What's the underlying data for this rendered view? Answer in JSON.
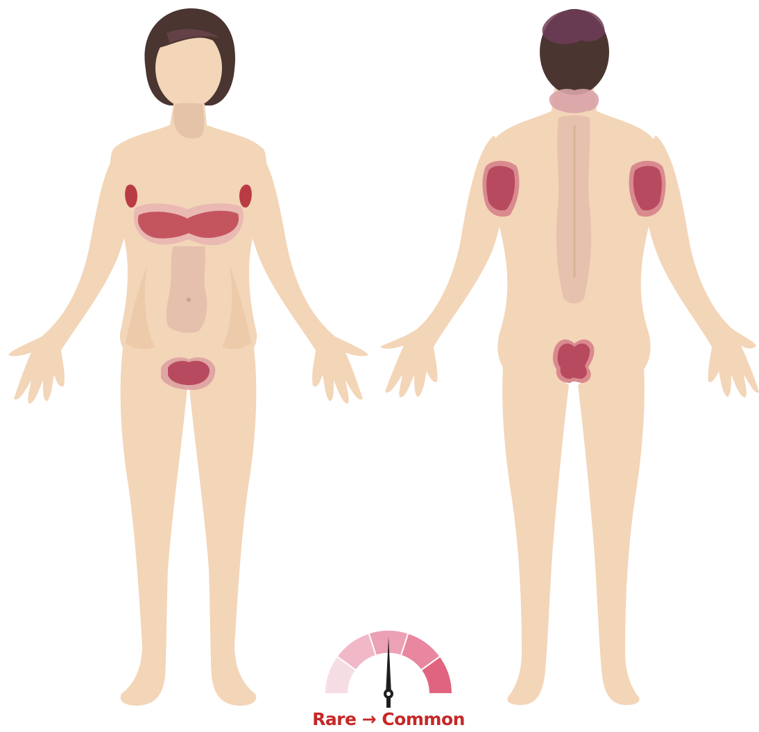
{
  "figure": {
    "views": [
      "front",
      "back"
    ],
    "severity_scale": {
      "label": "Rare → Common",
      "label_color": "#c62828",
      "segments": [
        {
          "level": 1,
          "color": "#f6dde4"
        },
        {
          "level": 2,
          "color": "#f1b9c8"
        },
        {
          "level": 3,
          "color": "#eca1b4"
        },
        {
          "level": 4,
          "color": "#e8879f"
        },
        {
          "level": 5,
          "color": "#e06480"
        }
      ],
      "needle_level": 3
    },
    "affected_regions": [
      {
        "view": "front",
        "region": "neck",
        "frequency": "rare"
      },
      {
        "view": "front",
        "region": "inframammary",
        "frequency": "common"
      },
      {
        "view": "front",
        "region": "axilla-left",
        "frequency": "very-common"
      },
      {
        "view": "front",
        "region": "axilla-right",
        "frequency": "very-common"
      },
      {
        "view": "front",
        "region": "abdomen-midline",
        "frequency": "rare"
      },
      {
        "view": "front",
        "region": "groin",
        "frequency": "common"
      },
      {
        "view": "back",
        "region": "scalp",
        "frequency": "common"
      },
      {
        "view": "back",
        "region": "nape",
        "frequency": "uncommon"
      },
      {
        "view": "back",
        "region": "axilla-left",
        "frequency": "common"
      },
      {
        "view": "back",
        "region": "axilla-right",
        "frequency": "common"
      },
      {
        "view": "back",
        "region": "spine",
        "frequency": "rare"
      },
      {
        "view": "back",
        "region": "buttocks",
        "frequency": "common"
      }
    ],
    "colors": {
      "skin": "#f3d5b8",
      "skin_shadow": "#e8c3a0",
      "hair": "#4a3530",
      "region_rare": "#ecc0ad",
      "region_uncommon": "#d9a3a8",
      "region_common": "#b84a5f",
      "region_very_common": "#b93c45"
    }
  }
}
